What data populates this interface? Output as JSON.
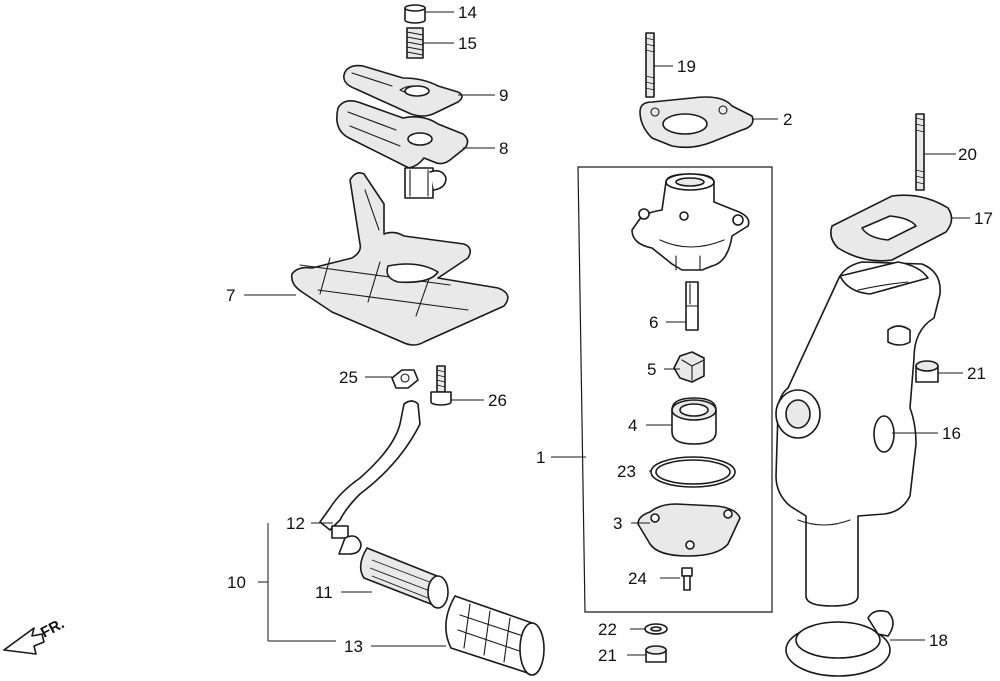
{
  "callouts": {
    "p1": "1",
    "p2": "2",
    "p3": "3",
    "p4": "4",
    "p5": "5",
    "p6": "6",
    "p7": "7",
    "p8": "8",
    "p9": "9",
    "p10": "10",
    "p11": "11",
    "p12": "12",
    "p13": "13",
    "p14": "14",
    "p15": "15",
    "p16": "16",
    "p17": "17",
    "p18": "18",
    "p19": "19",
    "p20": "20",
    "p21a": "21",
    "p21b": "21",
    "p22": "22",
    "p23": "23",
    "p24": "24",
    "p25": "25",
    "p26": "26"
  },
  "direction": {
    "label": "FR.",
    "icon": "front-arrow-icon"
  }
}
